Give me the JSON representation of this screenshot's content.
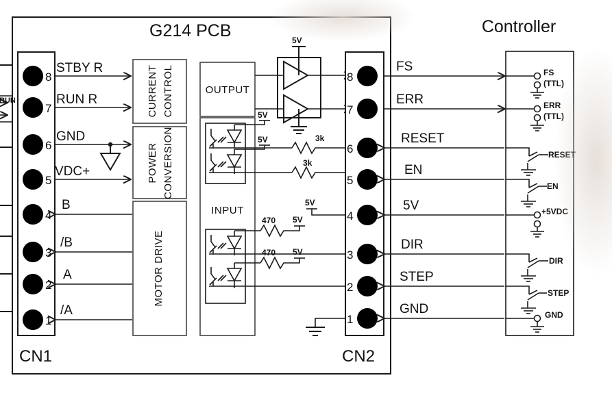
{
  "diagram": {
    "title": "G214 PCB",
    "right_block_title": "Controller",
    "left_connector_label": "CN1",
    "right_connector_label": "CN2",
    "edge_fragment_label": "RUN"
  },
  "blocks": [
    {
      "id": "current-control",
      "line1": "CURRENT",
      "line2": "CONTROL"
    },
    {
      "id": "power-conversion",
      "line1": "POWER",
      "line2": "CONVERSION"
    },
    {
      "id": "motor-drive",
      "line1": "MOTOR DRIVE",
      "line2": ""
    },
    {
      "id": "output",
      "line1": "OUTPUT",
      "line2": ""
    },
    {
      "id": "input",
      "line1": "INPUT",
      "line2": ""
    }
  ],
  "cn1": {
    "label": "CN1",
    "pins": [
      {
        "num": "8",
        "signal": "STBY R",
        "dir": "in"
      },
      {
        "num": "7",
        "signal": "RUN R",
        "dir": "in"
      },
      {
        "num": "6",
        "signal": "GND",
        "dir": "in"
      },
      {
        "num": "5",
        "signal": "VDC+",
        "dir": "in"
      },
      {
        "num": "4",
        "signal": "B",
        "dir": "out"
      },
      {
        "num": "3",
        "signal": "/B",
        "dir": "out"
      },
      {
        "num": "2",
        "signal": "A",
        "dir": "out"
      },
      {
        "num": "1",
        "signal": "/A",
        "dir": "out"
      }
    ]
  },
  "cn2": {
    "label": "CN2",
    "pins": [
      {
        "num": "8",
        "signal": "FS",
        "dir": "out"
      },
      {
        "num": "7",
        "signal": "ERR",
        "dir": "out"
      },
      {
        "num": "6",
        "signal": "RESET",
        "dir": "in"
      },
      {
        "num": "5",
        "signal": "EN",
        "dir": "in"
      },
      {
        "num": "4",
        "signal": "5V",
        "dir": "in"
      },
      {
        "num": "3",
        "signal": "DIR",
        "dir": "in"
      },
      {
        "num": "2",
        "signal": "STEP",
        "dir": "in"
      },
      {
        "num": "1",
        "signal": "GND",
        "dir": "in"
      }
    ]
  },
  "controller_terminals": [
    {
      "id": "fs",
      "label": "FS",
      "sub": "(TTL)",
      "type": "terminal"
    },
    {
      "id": "err",
      "label": "ERR",
      "sub": "(TTL)",
      "type": "terminal"
    },
    {
      "id": "reset",
      "label": "RESET",
      "sub": "",
      "type": "switch"
    },
    {
      "id": "en",
      "label": "EN",
      "sub": "",
      "type": "switch"
    },
    {
      "id": "5vdc",
      "label": "+5VDC",
      "sub": "",
      "type": "terminal"
    },
    {
      "id": "dir",
      "label": "DIR",
      "sub": "",
      "type": "switch"
    },
    {
      "id": "step",
      "label": "STEP",
      "sub": "",
      "type": "switch"
    },
    {
      "id": "gnd",
      "label": "GND",
      "sub": "",
      "type": "terminal"
    }
  ],
  "supply_labels": {
    "buffer_5v": "5V",
    "opto_reset_5v": "5V",
    "opto_en_5v": "5V",
    "opto_dir_5v": "5V",
    "opto_step_5v": "5V",
    "cn2_pin4_5v": "5V"
  },
  "resistors": [
    {
      "id": "r-reset",
      "value": "3k"
    },
    {
      "id": "r-en",
      "value": "3k"
    },
    {
      "id": "r-dir",
      "value": "470"
    },
    {
      "id": "r-step",
      "value": "470"
    }
  ],
  "colors": {
    "ink": "#1a1a1a",
    "background": "#ffffff",
    "pin_fill": "#000000",
    "smudge": "#e2dad4"
  }
}
